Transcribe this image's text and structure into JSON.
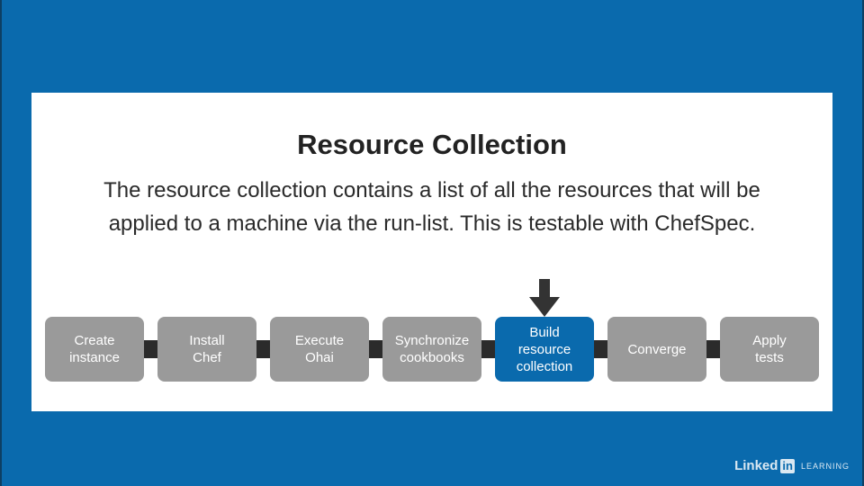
{
  "slide": {
    "title": "Resource Collection",
    "subtitle": "The resource collection contains a list of all the resources that will be applied to a machine via the run-list. This is testable with ChefSpec."
  },
  "steps": [
    {
      "lines": [
        "Create",
        "instance"
      ],
      "active": false
    },
    {
      "lines": [
        "Install",
        "Chef"
      ],
      "active": false
    },
    {
      "lines": [
        "Execute",
        "Ohai"
      ],
      "active": false
    },
    {
      "lines": [
        "Synchronize",
        "cookbooks"
      ],
      "active": false
    },
    {
      "lines": [
        "Build",
        "resource",
        "collection"
      ],
      "active": true
    },
    {
      "lines": [
        "Converge"
      ],
      "active": false
    },
    {
      "lines": [
        "Apply",
        "tests"
      ],
      "active": false
    }
  ],
  "colors": {
    "background": "#0a6aad",
    "step_default": "#9a9a9a",
    "step_active": "#0a6aad",
    "connector": "#2b2b2b",
    "arrow": "#333333"
  },
  "brand": {
    "main": "Linked",
    "in": "in",
    "sub": "LEARNING"
  }
}
